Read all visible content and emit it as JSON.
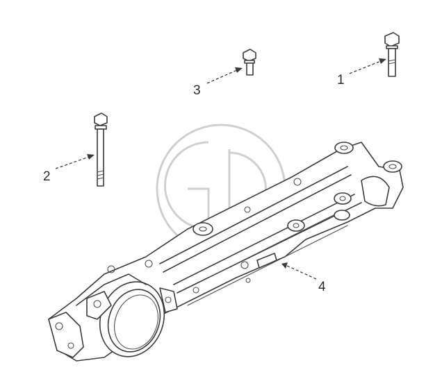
{
  "diagram": {
    "callouts": [
      {
        "id": "1",
        "label": "1"
      },
      {
        "id": "2",
        "label": "2"
      },
      {
        "id": "3",
        "label": "3"
      },
      {
        "id": "4",
        "label": "4"
      }
    ],
    "watermark_text": "GD"
  }
}
